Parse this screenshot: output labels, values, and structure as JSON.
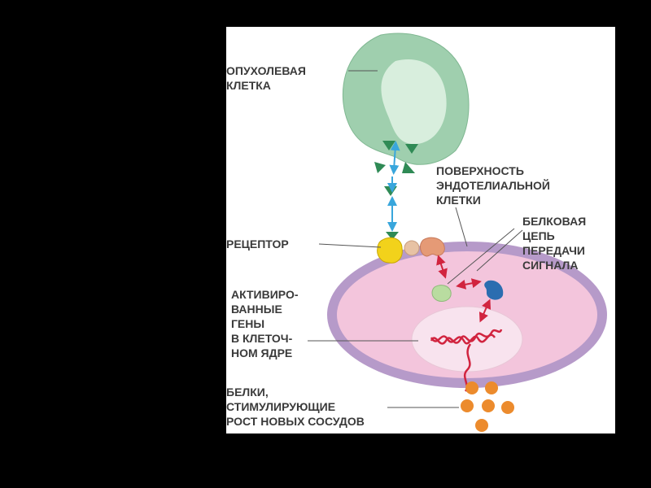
{
  "labels": {
    "tumor_cell": [
      "ОПУХОЛЕВАЯ",
      "КЛЕТКА"
    ],
    "surface": [
      "ПОВЕРХНОСТЬ",
      "ЭНДОТЕЛИАЛЬНОЙ",
      "КЛЕТКИ"
    ],
    "receptor": [
      "РЕЦЕПТОР"
    ],
    "signal_chain": [
      "БЕЛКОВАЯ",
      "ЦЕПЬ",
      "ПЕРЕДАЧИ",
      "СИГНАЛА"
    ],
    "genes": [
      "АКТИВИРО-",
      "ВАННЫЕ",
      "ГЕНЫ",
      "В КЛЕТОЧ-",
      "НОМ ЯДРЕ"
    ],
    "proteins": [
      "БЕЛКИ,",
      "СТИМУЛИРУЮЩИЕ",
      "РОСТ НОВЫХ СОСУДОВ"
    ]
  },
  "colors": {
    "background": "#000000",
    "panel": "#ffffff",
    "tumor_outer": "#9fcfae",
    "tumor_inner": "#d8eedd",
    "membrane": "#b69ac9",
    "cytoplasm": "#f3c5dc",
    "nucleus": "#f8e3ee",
    "dna": "#d1243f",
    "signal_arrow": "#d1243f",
    "ligand": "#2f8a55",
    "ligand_arrow": "#39a6dc",
    "receptor": "#f2d21b",
    "signal_protein_1": "#e7c2a4",
    "signal_protein_2": "#e59a76",
    "signal_protein_3": "#b9dca0",
    "signal_protein_4": "#2b6db0",
    "growth_protein": "#ec8b2d",
    "leader_line": "#555555",
    "text": "#3a3a3a"
  }
}
